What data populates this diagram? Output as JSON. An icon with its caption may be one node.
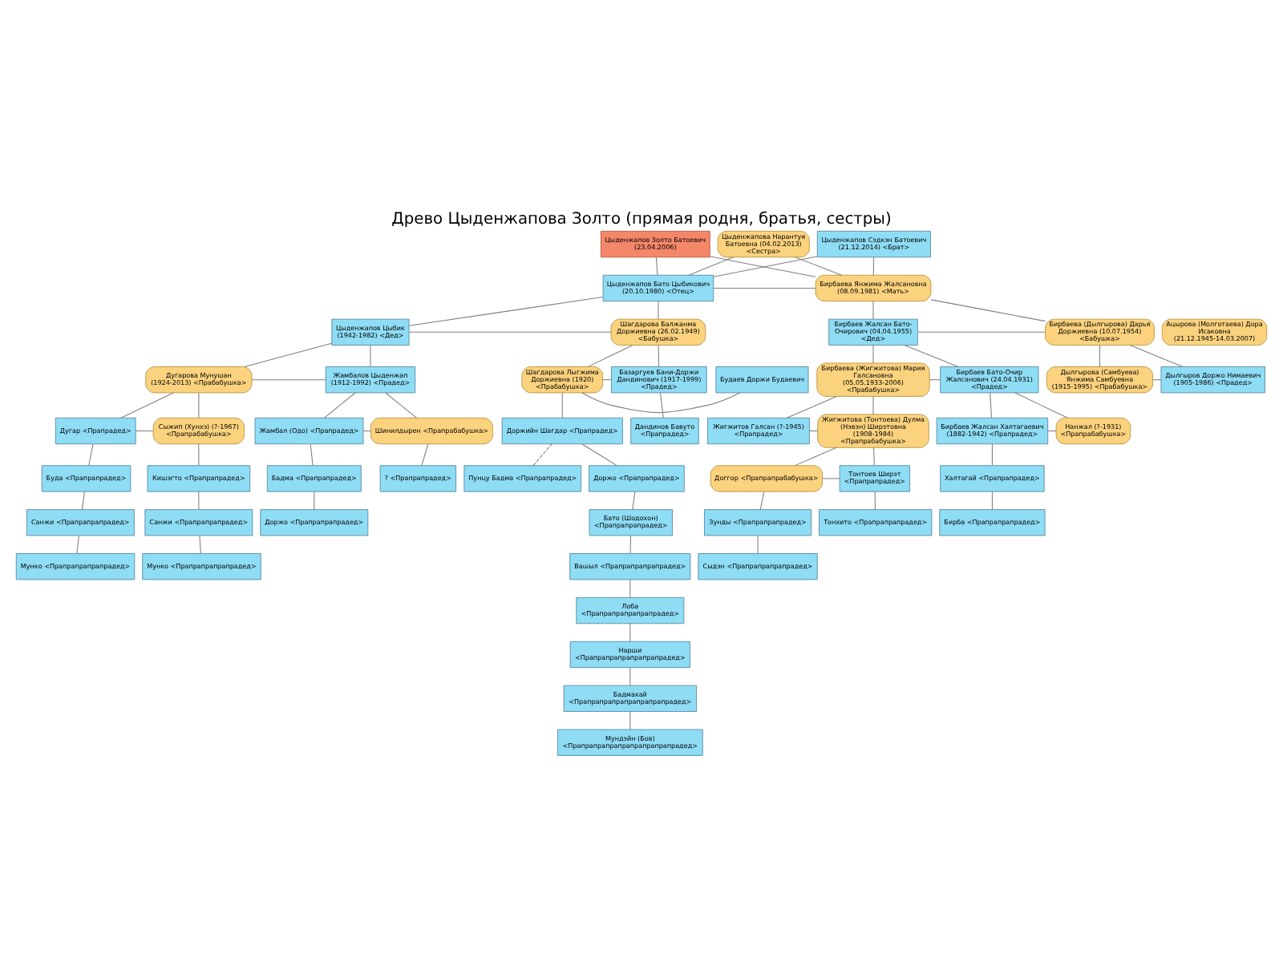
{
  "diagram": {
    "title": "Древо Цыденжапова Золто (прямая родня, братья, сестры)",
    "nodes": [
      {
        "text": [
          "Цыденжапов Золто Батоевич (23.04.2006)"
        ]
      },
      {
        "text": [
          "Цыденжапова Нарантуя Батоевна (04.02.2013) <Сестра>"
        ]
      },
      {
        "text": [
          "Цыденжапов Сэдкэн Батоевич (21.12.2014) <Брат>"
        ]
      },
      {
        "text": [
          "Цыденжапов Бато Цыбикович (20.10.1980) <Отец>"
        ]
      },
      {
        "text": [
          "Бирбаева Янжима Жалсановна (08.09.1981) <Мать>"
        ]
      },
      {
        "text": [
          "Ацырова (Молготаева) Дора Исаковна (21.12.1945-14.03.2007)"
        ]
      },
      {
        "text": [
          "Цыденжапов Цыбик (1942-1982) <Дед>"
        ]
      },
      {
        "text": [
          "Шагдарова Балжанма Доржиевна (26.02.1949) <Бабушка>"
        ]
      },
      {
        "text": [
          "Бирбаев Жалсан Бато-Очирович (04.04.1955) <Дед>"
        ]
      },
      {
        "text": [
          "Бирбаева (Дылгырова) Дарья Доржиевна (10.07.1954) <Бабушка>"
        ]
      },
      {
        "text": [
          "Жамбалов Цыденжап (1912-1992) <Прадед>"
        ]
      },
      {
        "text": [
          "Дугарова Мунушан (1924-2013) <Прабабушка>"
        ]
      },
      {
        "text": [
          "Базаргуев Бани-Доржи Дандинович (1917-1999) <Прадед>"
        ]
      },
      {
        "text": [
          "Шагдарова Лыгжима Доржиевна (1920) <Прабабушка>"
        ]
      },
      {
        "text": [
          "Будаев Доржи Будаевич"
        ]
      },
      {
        "text": [
          "Бирбаев Бато-Очир Жалсанович (24.04.1931) <Прадед>"
        ]
      },
      {
        "text": [
          "Бирбаева (Жигжитова) Мария Галсановна (05.05.1933-2006) <Прабабушка>"
        ]
      },
      {
        "text": [
          "Дылгыров Доржо Нимаевич (1905-1986) <Прадед>"
        ]
      },
      {
        "text": [
          "Дылгырова (Самбуева) Янжима Самбуевна (1915-1995) <Прабабушка>"
        ]
      },
      {
        "text": [
          "Жамбал (Одо) <Прапрадед>"
        ]
      },
      {
        "text": [
          "Шинилдырен <Прапрабабушка>"
        ]
      },
      {
        "text": [
          "Дугар <Прапрадед>"
        ]
      },
      {
        "text": [
          "Сыжип (Хунхэ) (?-1967) <Прапрабабушка>"
        ]
      },
      {
        "text": [
          "Дандинов Бавуто <Прапрадед>"
        ]
      },
      {
        "text": [
          "Доржийн Шагдар <Прапрадед>"
        ]
      },
      {
        "text": [
          "Бирбаев Жалсан Халтагаевич (1882-1942) <Прапрадед>"
        ]
      },
      {
        "text": [
          "Нанжал (?-1931) <Прапрабабушка>"
        ]
      },
      {
        "text": [
          "Жигжитов Галсан (?-1945) <Прапрадед>"
        ]
      },
      {
        "text": [
          "Жигжитова (Тонтоева) Дулма (Нэвэн) Ширэтовна (1908-1984) <Прапрабабушка>"
        ]
      },
      {
        "text": [
          "Бадма <Прапрапрадед>"
        ]
      },
      {
        "text": [
          "? <Прапрапрадед>"
        ]
      },
      {
        "text": [
          "Буда <Прапрапрадед>"
        ]
      },
      {
        "text": [
          "Кишэгто <Прапрапрадед>"
        ]
      },
      {
        "text": [
          "Доржо <Прапрапрадед>"
        ]
      },
      {
        "text": [
          "Пунцу Бадма <Прапрапрадед>"
        ]
      },
      {
        "text": [
          "Халтагай <Прапрапрадед>"
        ]
      },
      {
        "text": [
          "Тонтоев Ширэт <Прапрапрадед>"
        ]
      },
      {
        "text": [
          "Доггор <Прапрапрабабушка>"
        ]
      },
      {
        "text": [
          "Доржо <Прапрапрапрадед>"
        ]
      },
      {
        "text": [
          "Санжи <Прапрапрапрадед>"
        ]
      },
      {
        "text": [
          "Санжи <Прапрапрапрадед>"
        ]
      },
      {
        "text": [
          "Бато (Шодохон) <Прапрапрапрадед>"
        ]
      },
      {
        "text": [
          "Бирба <Прапрапрапрадед>"
        ]
      },
      {
        "text": [
          "Тонхито <Прапрапрапрадед>"
        ]
      },
      {
        "text": [
          "Зунды <Прапрапрапрадед>"
        ]
      },
      {
        "text": [
          "Мунко <Прапрапрапрапрадед>"
        ]
      },
      {
        "text": [
          "Мунко <Прапрапрапрапрадед>"
        ]
      },
      {
        "text": [
          "Вашыл <Прапрапрапрапрадед>"
        ]
      },
      {
        "text": [
          "Сыдэн <Прапрапрапрапрадед>"
        ]
      },
      {
        "text": [
          "Лоба <Прапрапрапрапрапрадед>"
        ]
      },
      {
        "text": [
          "Нарши <Прапрапрапрапрапрапрадед>"
        ]
      },
      {
        "text": [
          "Бадмахай <Прапрапрапрапрапрапрапрадед>"
        ]
      },
      {
        "text": [
          "Мундэйн (Бов) <Прапрапрапрапрапрапрапрапрадед>"
        ]
      }
    ],
    "edges": [
      {
        "from": 3,
        "to": 4,
        "arrow": "none"
      },
      {
        "from": 3,
        "to": 0,
        "arrow": "none"
      },
      {
        "from": 4,
        "to": 0,
        "arrow": "none"
      },
      {
        "from": 3,
        "to": 1,
        "arrow": "none"
      },
      {
        "from": 4,
        "to": 1,
        "arrow": "none"
      },
      {
        "from": 3,
        "to": 2,
        "arrow": "none"
      },
      {
        "from": 4,
        "to": 2,
        "arrow": "none"
      },
      {
        "from": 6,
        "to": 7,
        "arrow": "none"
      },
      {
        "from": 6,
        "to": 3,
        "arrow": "none"
      },
      {
        "from": 7,
        "to": 3,
        "arrow": "none"
      },
      {
        "from": 8,
        "to": 9,
        "arrow": "none"
      },
      {
        "from": 8,
        "to": 4,
        "arrow": "none"
      },
      {
        "from": 9,
        "to": 4,
        "arrow": "none"
      },
      {
        "from": 10,
        "to": 11,
        "arrow": "none"
      },
      {
        "from": 10,
        "to": 6,
        "arrow": "none"
      },
      {
        "from": 11,
        "to": 6,
        "arrow": "none"
      },
      {
        "from": 12,
        "to": 13,
        "arrow": "none"
      },
      {
        "from": 13,
        "to": 14,
        "arrow": "none"
      },
      {
        "from": 12,
        "to": 7,
        "arrow": "none"
      },
      {
        "from": 13,
        "to": 7,
        "arrow": "none"
      },
      {
        "from": 15,
        "to": 16,
        "arrow": "none"
      },
      {
        "from": 15,
        "to": 8,
        "arrow": "none"
      },
      {
        "from": 16,
        "to": 8,
        "arrow": "none"
      },
      {
        "from": 17,
        "to": 18,
        "arrow": "none"
      },
      {
        "from": 17,
        "to": 9,
        "arrow": "none"
      },
      {
        "from": 18,
        "to": 9,
        "arrow": "none"
      },
      {
        "from": 19,
        "to": 20,
        "arrow": "none"
      },
      {
        "from": 19,
        "to": 10,
        "arrow": "none"
      },
      {
        "from": 20,
        "to": 10,
        "arrow": "none"
      },
      {
        "from": 21,
        "to": 22,
        "arrow": "none"
      },
      {
        "from": 21,
        "to": 11,
        "arrow": "none"
      },
      {
        "from": 22,
        "to": 11,
        "arrow": "none"
      },
      {
        "from": 23,
        "to": 12,
        "arrow": "none"
      },
      {
        "from": 24,
        "to": 13,
        "arrow": "none"
      },
      {
        "from": 25,
        "to": 26,
        "arrow": "none"
      },
      {
        "from": 25,
        "to": 15,
        "arrow": "none"
      },
      {
        "from": 26,
        "to": 15,
        "arrow": "none"
      },
      {
        "from": 27,
        "to": 28,
        "arrow": "none"
      },
      {
        "from": 27,
        "to": 16,
        "arrow": "none"
      },
      {
        "from": 28,
        "to": 16,
        "arrow": "none"
      },
      {
        "from": 29,
        "to": 19,
        "arrow": "none"
      },
      {
        "from": 30,
        "to": 20,
        "arrow": "none"
      },
      {
        "from": 31,
        "to": 21,
        "arrow": "none"
      },
      {
        "from": 32,
        "to": 22,
        "arrow": "none"
      },
      {
        "from": 33,
        "to": 24,
        "arrow": "none"
      },
      {
        "from": 34,
        "to": 24,
        "arrow": "none",
        "style": "dashed"
      },
      {
        "from": 35,
        "to": 25,
        "arrow": "none"
      },
      {
        "from": 36,
        "to": 37,
        "arrow": "none"
      },
      {
        "from": 36,
        "to": 28,
        "arrow": "none"
      },
      {
        "from": 37,
        "to": 28,
        "arrow": "none"
      },
      {
        "from": 38,
        "to": 29,
        "arrow": "none"
      },
      {
        "from": 39,
        "to": 31,
        "arrow": "none"
      },
      {
        "from": 40,
        "to": 32,
        "arrow": "none"
      },
      {
        "from": 41,
        "to": 33,
        "arrow": "none"
      },
      {
        "from": 42,
        "to": 35,
        "arrow": "none"
      },
      {
        "from": 43,
        "to": 36,
        "arrow": "none"
      },
      {
        "from": 44,
        "to": 37,
        "arrow": "none"
      },
      {
        "from": 45,
        "to": 39,
        "arrow": "none"
      },
      {
        "from": 46,
        "to": 40,
        "arrow": "none"
      },
      {
        "from": 47,
        "to": 41,
        "arrow": "none"
      },
      {
        "from": 48,
        "to": 44,
        "arrow": "none"
      },
      {
        "from": 49,
        "to": 47,
        "arrow": "none"
      },
      {
        "from": 50,
        "to": 49,
        "arrow": "none"
      },
      {
        "from": 51,
        "to": 50,
        "arrow": "none"
      },
      {
        "from": 52,
        "to": 51,
        "arrow": "none"
      }
    ]
  }
}
